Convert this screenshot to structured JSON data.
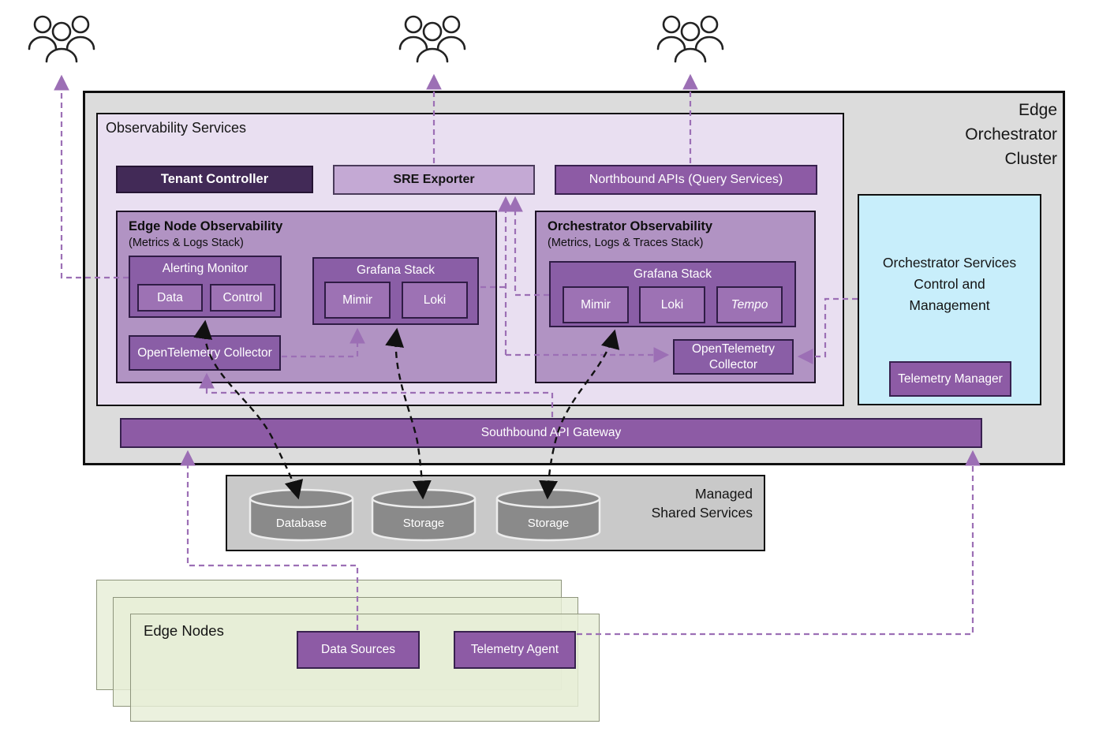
{
  "cluster": {
    "title_lines": [
      "Edge",
      "Orchestrator",
      "Cluster"
    ]
  },
  "observability": {
    "title": "Observability Services",
    "tenant_controller": "Tenant Controller",
    "sre_exporter": "SRE Exporter",
    "northbound_apis": "Northbound APIs (Query Services)",
    "edge_node": {
      "title": "Edge Node Observability",
      "subtitle": "(Metrics & Logs Stack)",
      "alerting_monitor": {
        "title": "Alerting Monitor",
        "data": "Data",
        "control": "Control"
      },
      "grafana_stack": {
        "title": "Grafana Stack",
        "mimir": "Mimir",
        "loki": "Loki"
      },
      "otel_collector": "OpenTelemetry Collector"
    },
    "orchestrator": {
      "title": "Orchestrator Observability",
      "subtitle": "(Metrics, Logs & Traces Stack)",
      "grafana_stack": {
        "title": "Grafana Stack",
        "mimir": "Mimir",
        "loki": "Loki",
        "tempo": "Tempo"
      },
      "otel_collector": "OpenTelemetry Collector"
    }
  },
  "orchestrator_services": {
    "title_lines": [
      "Orchestrator Services",
      "Control and",
      "Management"
    ],
    "telemetry_manager": "Telemetry Manager"
  },
  "southbound_gateway": {
    "label": "Southbound API Gateway"
  },
  "managed_shared_services": {
    "title_lines": [
      "Managed",
      "Shared Services"
    ],
    "stores": [
      "Database",
      "Storage",
      "Storage"
    ]
  },
  "edge_nodes": {
    "title": "Edge Nodes",
    "data_sources": "Data Sources",
    "telemetry_agent": "Telemetry Agent"
  },
  "colors": {
    "accent_purple": "#8d5ba5",
    "dark_purple": "#422a57",
    "light_lilac": "#c4a9d4",
    "panel_lilac": "#e9dff1",
    "mauve": "#b193c3",
    "cyan_panel": "#c8eefb",
    "connector_purple": "#9c6fb5",
    "connector_black": "#111111",
    "cluster_gray": "#dcdcdc",
    "services_gray": "#c9c9c9",
    "cylinder_gray": "#8a8a8a",
    "edge_green": "#e9efdb"
  }
}
